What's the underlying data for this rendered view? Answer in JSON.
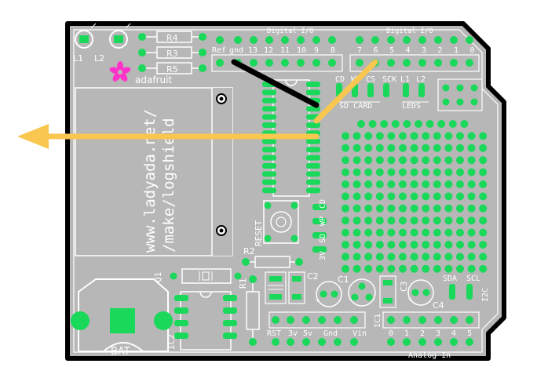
{
  "board": {
    "brand": "adafruit",
    "url_line1": "www.ladyada.net/",
    "url_line2": "/make/logshield",
    "colors": {
      "board": "#b7b7b7",
      "outline": "#000000",
      "pad": "#19d85a",
      "wire_yellow": "#f9c74f",
      "wire_black": "#000000",
      "logo": "#ff33cc"
    }
  },
  "labels": {
    "digital_io_left": "Digital I/O",
    "digital_io_right": "Digital I/O",
    "ref": "Ref",
    "gnd": "gnd",
    "pins_left": [
      "13",
      "12",
      "11",
      "10",
      "9",
      "8"
    ],
    "pins_right": [
      "7",
      "6",
      "5",
      "4",
      "3",
      "2",
      "1",
      "0"
    ],
    "led1": "L1",
    "led2": "L2",
    "r4": "R4",
    "r3": "R3",
    "r5": "R5",
    "cd": "CD",
    "wp": "WP",
    "cs": "CS",
    "sck": "SCK",
    "l1b": "L1",
    "l2b": "L2",
    "sd_card": "SD CARD",
    "leds": "LEDS",
    "reset": "RESET",
    "cd_v": "CD",
    "wp_v": "WP",
    "sd_v": "SD",
    "v3_v": "3V",
    "r2": "R2",
    "r1": "R1",
    "q1": "Q1",
    "c1": "C1",
    "c2": "C2",
    "c3": "C3",
    "c4": "C4",
    "ic1": "IC1",
    "ic2": "IC2",
    "sda": "SDA",
    "scl": "SCL",
    "i2c": "I2C",
    "bat": "BAT",
    "power_pins": [
      "RST",
      "3v",
      "5v",
      "Gnd",
      "Gnd",
      "Vin"
    ],
    "analog_pins": [
      "0",
      "1",
      "2",
      "3",
      "4",
      "5"
    ],
    "analog_in": "Analog In"
  }
}
